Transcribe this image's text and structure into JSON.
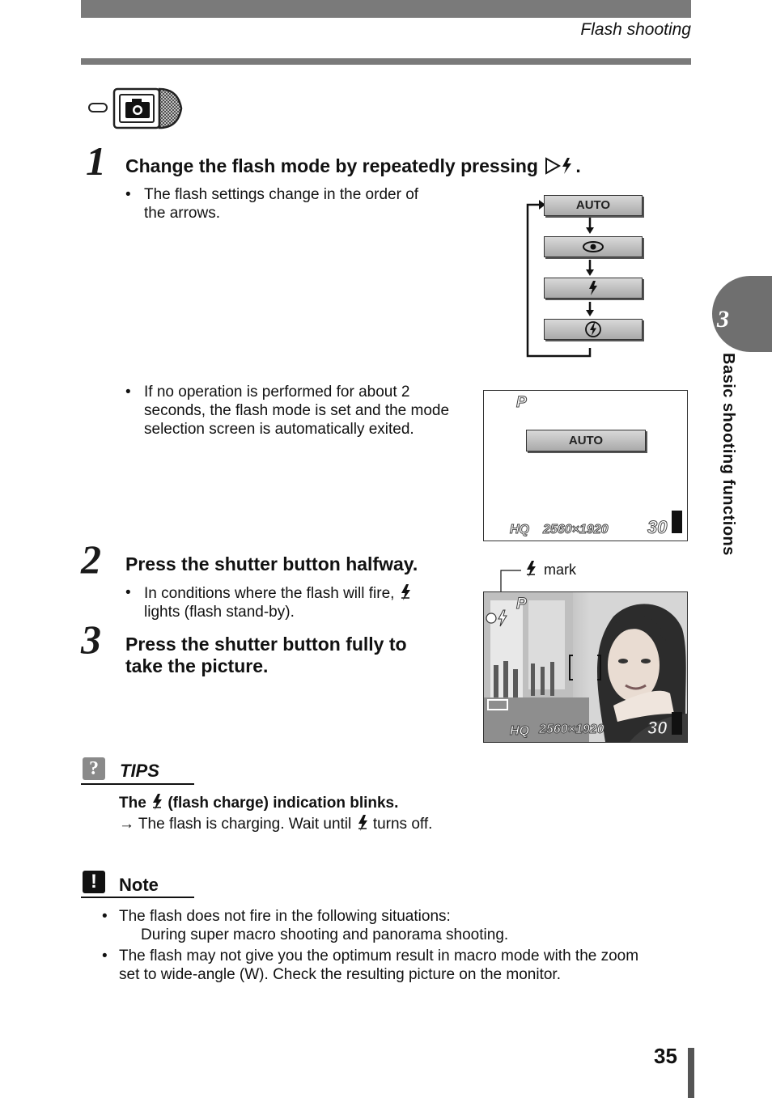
{
  "header": {
    "title": "Flash shooting"
  },
  "mode_dial": {
    "icon": "camera-mode-dial-icon"
  },
  "steps": [
    {
      "number": "1",
      "heading_prefix": "Change the flash mode by repeatedly pressing",
      "heading_suffix": ".",
      "bullets": [
        {
          "lines": [
            "The flash settings change in the order of",
            "the arrows."
          ]
        },
        {
          "lines": [
            "If no operation is performed for about 2",
            "seconds, the flash mode is set and the mode",
            "selection screen is automatically exited."
          ]
        }
      ]
    },
    {
      "number": "2",
      "heading": "Press the shutter button halfway.",
      "bullets": [
        {
          "line1_prefix": "In conditions where the flash will fire,",
          "line2": "lights (flash stand-by)."
        }
      ]
    },
    {
      "number": "3",
      "heading_lines": [
        "Press the shutter button fully to",
        "take the picture."
      ]
    }
  ],
  "flash_cycle": {
    "modes": [
      {
        "label": "AUTO",
        "icon": ""
      },
      {
        "label": "",
        "icon": "red-eye-reduction-icon"
      },
      {
        "label": "",
        "icon": "flash-forced-icon"
      },
      {
        "label": "",
        "icon": "flash-off-icon"
      }
    ]
  },
  "lcd_screen_1": {
    "mode": "P",
    "selected": "AUTO",
    "quality": "HQ",
    "resolution": "2560×1920",
    "shots": "30"
  },
  "lcd_screen_2": {
    "callout": "mark",
    "mode": "P",
    "quality": "HQ",
    "resolution": "2560×1920",
    "shots": "30"
  },
  "tips": {
    "title": "TIPS",
    "heading_prefix": "The",
    "heading_suffix": "(flash charge) indication blinks.",
    "line_prefix": "→ The flash is charging. Wait until",
    "line_suffix": "turns off."
  },
  "note": {
    "title": "Note",
    "items": [
      {
        "lines": [
          "The flash does not fire in the following situations:",
          "During super macro shooting and panorama shooting."
        ]
      },
      {
        "lines": [
          "The flash may not give you the optimum result in macro mode with the zoom",
          "set to wide-angle (W). Check the resulting picture on the monitor."
        ]
      }
    ]
  },
  "side_tab": {
    "chapter": "3",
    "label": "Basic shooting functions"
  },
  "page_number": "35"
}
